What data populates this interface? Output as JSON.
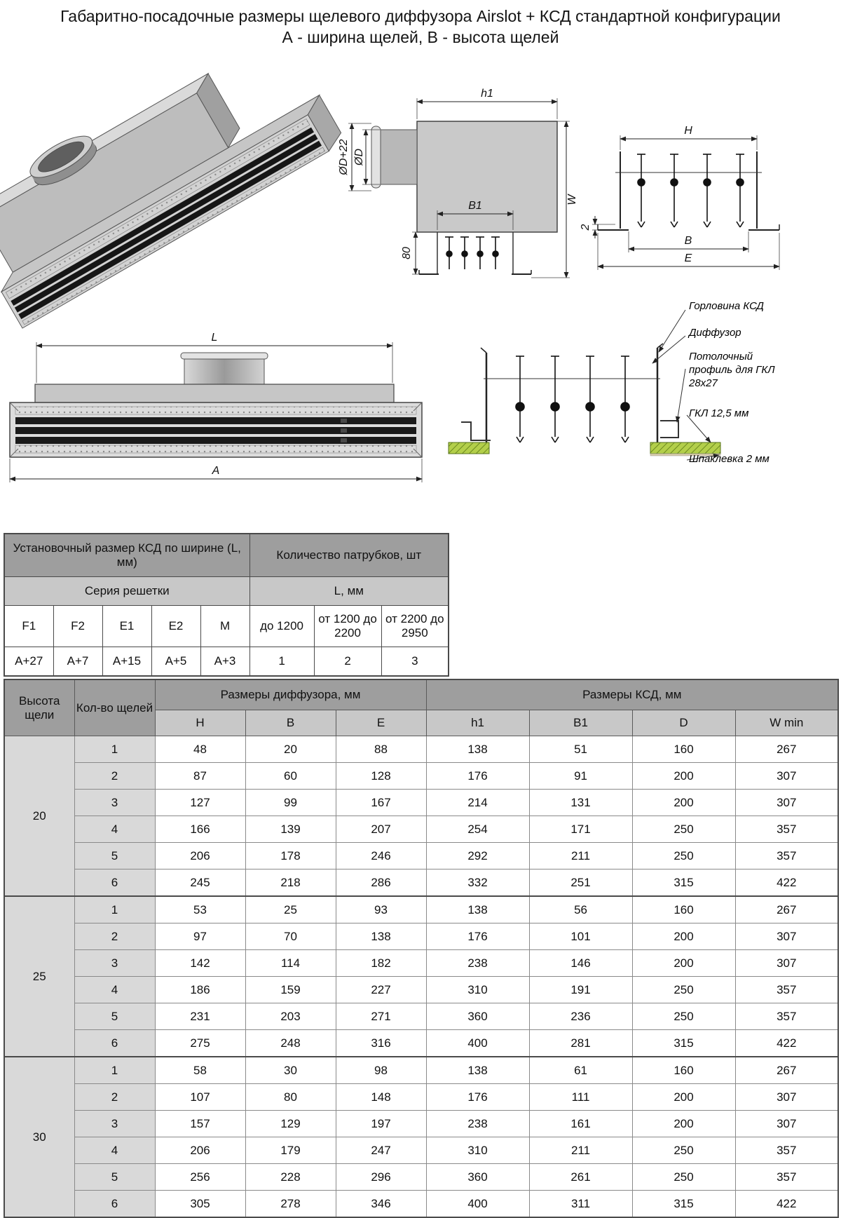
{
  "title": {
    "line1": "Габаритно-посадочные размеры щелевого диффузора Airslot + КСД стандартной конфигурации",
    "line2": "А - ширина щелей, В - высота щелей"
  },
  "drawing": {
    "dims": {
      "h1": "h1",
      "dD22": "ØD+22",
      "dD": "ØD",
      "b1": "B1",
      "w": "W",
      "n80": "80",
      "H": "H",
      "n2": "2",
      "B": "B",
      "E": "E",
      "L": "L",
      "A": "A"
    },
    "callouts": [
      "Горловина КСД",
      "Диффузор",
      "Потолочный профиль для ГКЛ 28х27",
      "ГКЛ 12,5 мм",
      "Шпаклевка 2 мм"
    ]
  },
  "table1": {
    "header_left": "Установочный размер КСД по ширине (L, мм)",
    "header_right": "Количество патрубков, шт",
    "subheader_left": "Серия решетки",
    "subheader_right": "L, мм",
    "series_cols": [
      "F1",
      "F2",
      "E1",
      "E2",
      "M"
    ],
    "series_vals": [
      "A+27",
      "A+7",
      "A+15",
      "A+5",
      "A+3"
    ],
    "count_cols": [
      "до 1200",
      "от 1200 до 2200",
      "от 2200 до 2950"
    ],
    "count_vals": [
      "1",
      "2",
      "3"
    ]
  },
  "table2": {
    "col_height": "Высота щели",
    "col_count": "Кол-во щелей",
    "group_diffuser": "Размеры диффузора, мм",
    "group_ksd": "Размеры КСД, мм",
    "diffuser_cols": [
      "H",
      "B",
      "E"
    ],
    "ksd_cols": [
      "h1",
      "B1",
      "D",
      "W min"
    ],
    "groups": [
      {
        "height": "20",
        "rows": [
          [
            "1",
            "48",
            "20",
            "88",
            "138",
            "51",
            "160",
            "267"
          ],
          [
            "2",
            "87",
            "60",
            "128",
            "176",
            "91",
            "200",
            "307"
          ],
          [
            "3",
            "127",
            "99",
            "167",
            "214",
            "131",
            "200",
            "307"
          ],
          [
            "4",
            "166",
            "139",
            "207",
            "254",
            "171",
            "250",
            "357"
          ],
          [
            "5",
            "206",
            "178",
            "246",
            "292",
            "211",
            "250",
            "357"
          ],
          [
            "6",
            "245",
            "218",
            "286",
            "332",
            "251",
            "315",
            "422"
          ]
        ]
      },
      {
        "height": "25",
        "rows": [
          [
            "1",
            "53",
            "25",
            "93",
            "138",
            "56",
            "160",
            "267"
          ],
          [
            "2",
            "97",
            "70",
            "138",
            "176",
            "101",
            "200",
            "307"
          ],
          [
            "3",
            "142",
            "114",
            "182",
            "238",
            "146",
            "200",
            "307"
          ],
          [
            "4",
            "186",
            "159",
            "227",
            "310",
            "191",
            "250",
            "357"
          ],
          [
            "5",
            "231",
            "203",
            "271",
            "360",
            "236",
            "250",
            "357"
          ],
          [
            "6",
            "275",
            "248",
            "316",
            "400",
            "281",
            "315",
            "422"
          ]
        ]
      },
      {
        "height": "30",
        "rows": [
          [
            "1",
            "58",
            "30",
            "98",
            "138",
            "61",
            "160",
            "267"
          ],
          [
            "2",
            "107",
            "80",
            "148",
            "176",
            "111",
            "200",
            "307"
          ],
          [
            "3",
            "157",
            "129",
            "197",
            "238",
            "161",
            "200",
            "307"
          ],
          [
            "4",
            "206",
            "179",
            "247",
            "310",
            "211",
            "250",
            "357"
          ],
          [
            "5",
            "256",
            "228",
            "296",
            "360",
            "261",
            "250",
            "357"
          ],
          [
            "6",
            "305",
            "278",
            "346",
            "400",
            "311",
            "315",
            "422"
          ]
        ]
      }
    ]
  }
}
